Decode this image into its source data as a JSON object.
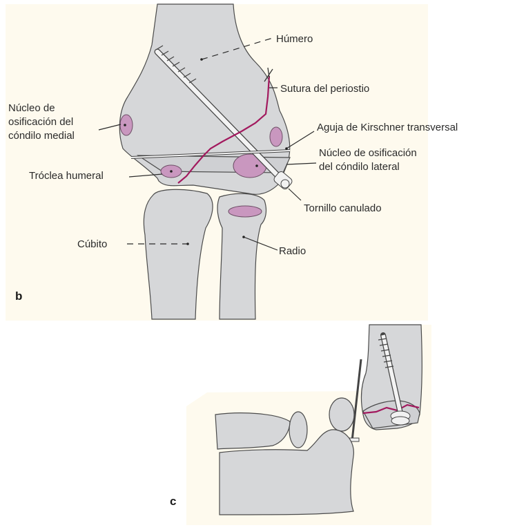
{
  "panels": {
    "b": "b",
    "c": "c"
  },
  "labels": {
    "humerus": "Húmero",
    "periosteal_suture": "Sutura del periostio",
    "medial_condyle_nucleus_l1": "Núcleo de",
    "medial_condyle_nucleus_l2": "osificación del",
    "medial_condyle_nucleus_l3": "cóndilo medial",
    "kirschner_wire": "Aguja de Kirschner transversal",
    "lateral_condyle_nucleus_l1": "Núcleo de osificación",
    "lateral_condyle_nucleus_l2": "del cóndilo lateral",
    "humeral_trochlea": "Tróclea humeral",
    "cannulated_screw": "Tornillo canulado",
    "ulna": "Cúbito",
    "radius": "Radio"
  },
  "colors": {
    "background_panel": "#fefaee",
    "bone": "#d6d7d9",
    "ossification_nucleus": "#c997bf",
    "suture": "#a2195e"
  }
}
